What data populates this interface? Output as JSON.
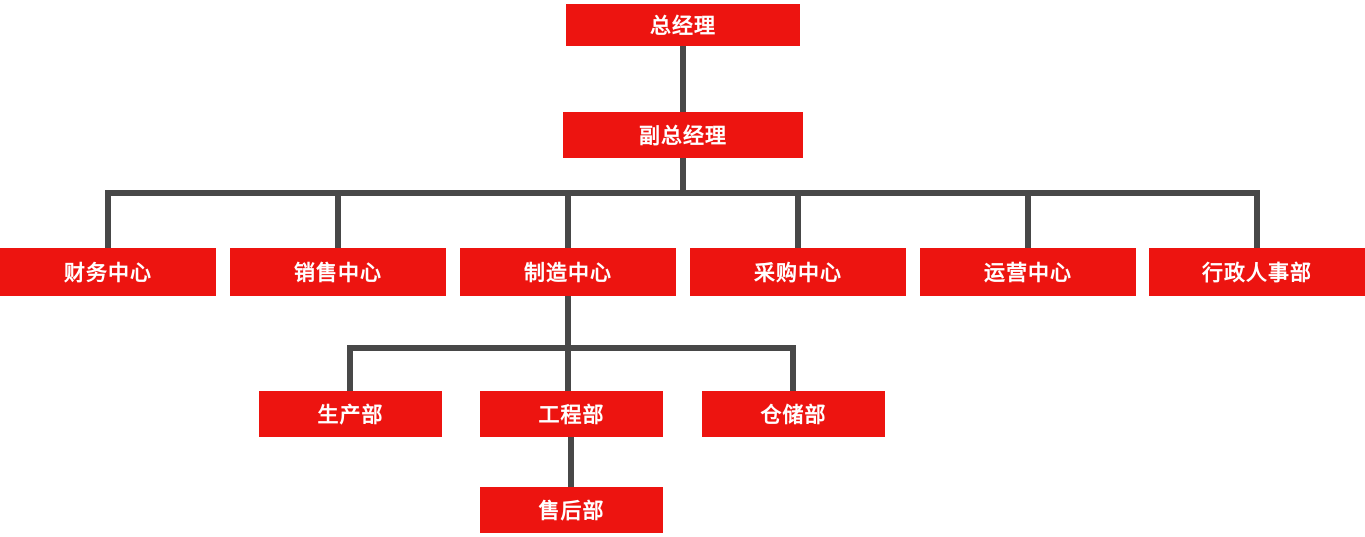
{
  "diagram": {
    "type": "org-chart",
    "colors": {
      "node_fill": "#ed1410",
      "node_text": "#ffffff",
      "connector": "#484848",
      "canvas_bg": "#ffffff"
    },
    "nodes": [
      {
        "id": "general-manager",
        "label": "总经理",
        "level": 1,
        "parent": null
      },
      {
        "id": "deputy-general-manager",
        "label": "副总经理",
        "level": 2,
        "parent": "总经理"
      },
      {
        "id": "finance-center",
        "label": "财务中心",
        "level": 3,
        "parent": "副总经理"
      },
      {
        "id": "sales-center",
        "label": "销售中心",
        "level": 3,
        "parent": "副总经理"
      },
      {
        "id": "manufacturing-center",
        "label": "制造中心",
        "level": 3,
        "parent": "副总经理"
      },
      {
        "id": "procurement-center",
        "label": "采购中心",
        "level": 3,
        "parent": "副总经理"
      },
      {
        "id": "operations-center",
        "label": "运营中心",
        "level": 3,
        "parent": "副总经理"
      },
      {
        "id": "admin-hr-dept",
        "label": "行政人事部",
        "level": 3,
        "parent": "副总经理"
      },
      {
        "id": "production-dept",
        "label": "生产部",
        "level": 4,
        "parent": "制造中心"
      },
      {
        "id": "engineering-dept",
        "label": "工程部",
        "level": 4,
        "parent": "制造中心"
      },
      {
        "id": "warehouse-dept",
        "label": "仓储部",
        "level": 4,
        "parent": "制造中心"
      },
      {
        "id": "after-sales-dept",
        "label": "售后部",
        "level": 5,
        "parent": "工程部"
      }
    ]
  }
}
